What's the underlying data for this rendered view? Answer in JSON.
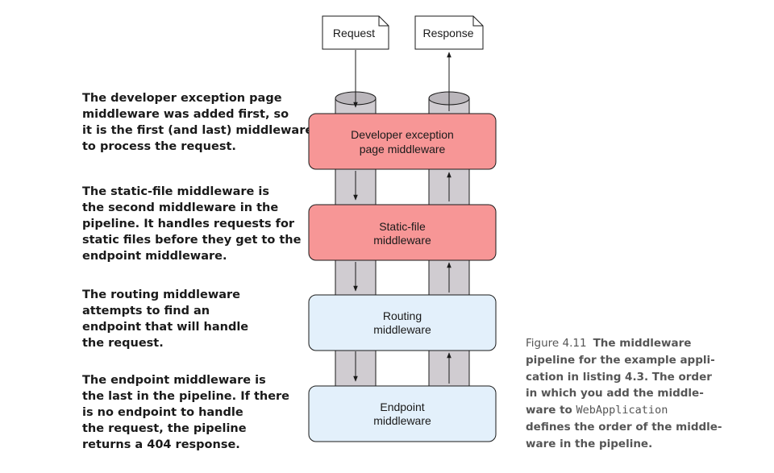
{
  "documents": {
    "request": "Request",
    "response": "Response"
  },
  "middlewares": [
    {
      "line1": "Developer exception",
      "line2": "page middleware",
      "color": "#f79696"
    },
    {
      "line1": "Static-file",
      "line2": "middleware",
      "color": "#f79696"
    },
    {
      "line1": "Routing",
      "line2": "middleware",
      "color": "#e3f0fb"
    },
    {
      "line1": "Endpoint",
      "line2": "middleware",
      "color": "#e3f0fb"
    }
  ],
  "annotations": [
    {
      "lines": [
        "The developer exception page",
        "middleware was added first, so",
        "it is the first (and last) middleware",
        "to process the request."
      ]
    },
    {
      "lines": [
        "The static-file middleware is",
        "the second middleware in the",
        "pipeline. It handles requests for",
        "static files before they get to the",
        "endpoint middleware."
      ]
    },
    {
      "lines": [
        "The routing middleware",
        "attempts to find an",
        "endpoint that will handle",
        "the request."
      ]
    },
    {
      "lines": [
        "The endpoint middleware is",
        "the last in the pipeline. If there",
        "is no endpoint to handle",
        "the request, the pipeline",
        "returns a 404 response."
      ]
    }
  ],
  "caption": {
    "figure_label": "Figure 4.11",
    "line1": "The middleware",
    "line2": "pipeline for the example appli-",
    "line3": "cation in listing 4.3. The order",
    "line4": "in which you add the middle-",
    "line5_pre": "ware to ",
    "line5_code": "WebApplication",
    "line6": "defines the order of the middle-",
    "line7": "ware in the pipeline."
  },
  "colors": {
    "pipe_fill": "#d0ccd1",
    "pipe_cap": "#bab6bb",
    "stroke": "#1a1a1a"
  }
}
